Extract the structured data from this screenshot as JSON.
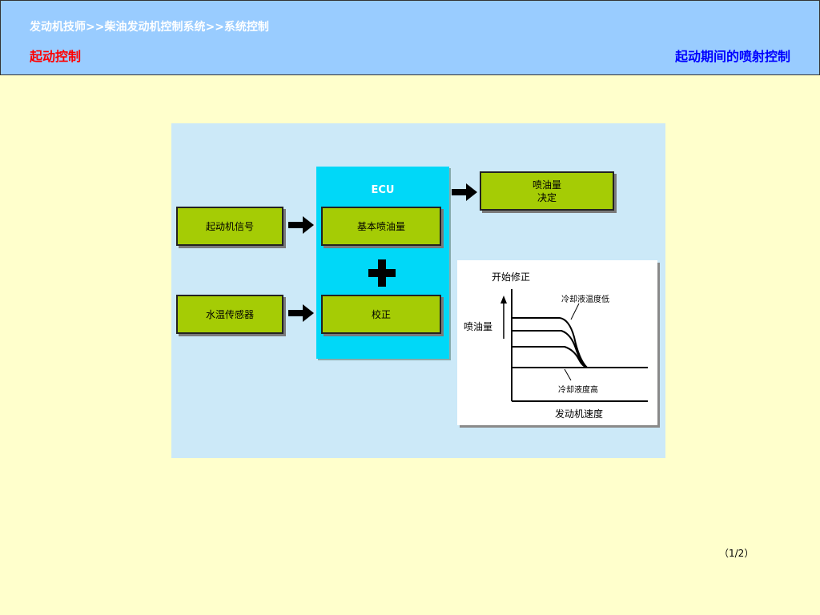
{
  "header": {
    "breadcrumb": "发动机技师>>柴油发动机控制系统>>系统控制",
    "section_title": "起动控制",
    "page_title": "起动期间的喷射控制"
  },
  "diagram": {
    "inputs": {
      "starter_signal": "起动机信号",
      "coolant_sensor": "水温传感器"
    },
    "ecu": {
      "label": "ECU",
      "base_injection": "基本喷油量",
      "correction": "校正"
    },
    "output": {
      "line1": "喷油量",
      "line2": "决定"
    },
    "graph": {
      "title": "开始修正",
      "y_label": "喷油量",
      "x_label": "发动机速度",
      "low_temp_label": "冷却液温度低",
      "high_temp_label": "冷却液度高"
    }
  },
  "footer": {
    "page_number": "（1/2）"
  },
  "colors": {
    "background": "#ffffcc",
    "header": "#99ccff",
    "panel": "#cce9f8",
    "ecu": "#00d8f8",
    "box": "#a5cc05"
  }
}
